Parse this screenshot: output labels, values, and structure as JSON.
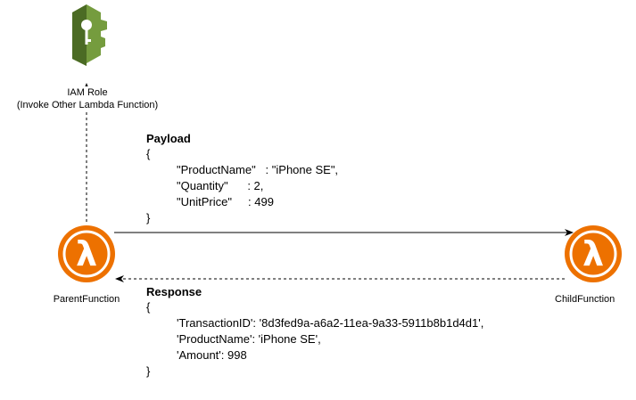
{
  "nodes": {
    "iam_role": {
      "icon": "aws-iam-key-icon",
      "color": "#759C3E",
      "label_line1": "IAM Role",
      "label_line2": "(Invoke Other Lambda Function)"
    },
    "parent": {
      "icon": "aws-lambda-icon",
      "color": "#ED7100",
      "symbol": "λ",
      "label": "ParentFunction"
    },
    "child": {
      "icon": "aws-lambda-icon",
      "color": "#ED7100",
      "symbol": "λ",
      "label": "ChildFunction"
    }
  },
  "payload": {
    "title": "Payload",
    "open_brace": "{",
    "line1": "\"ProductName\"   : \"iPhone SE\",",
    "line2": "\"Quantity\"      : 2,",
    "line3": "\"UnitPrice\"     : 499",
    "close_brace": "}"
  },
  "response": {
    "title": "Response",
    "open_brace": "{",
    "line1": "'TransactionID': '8d3fed9a-a6a2-11ea-9a33-5911b8b1d4d1',",
    "line2": "'ProductName': 'iPhone SE',",
    "line3": "'Amount': 998",
    "close_brace": "}"
  },
  "edges": [
    {
      "name": "parent-to-iam-edge",
      "style": "dashed",
      "from": "parent",
      "to": "iam_role"
    },
    {
      "name": "parent-to-child-edge",
      "style": "solid",
      "from": "parent",
      "to": "child"
    },
    {
      "name": "child-to-parent-edge",
      "style": "dashed",
      "from": "child",
      "to": "parent"
    }
  ]
}
